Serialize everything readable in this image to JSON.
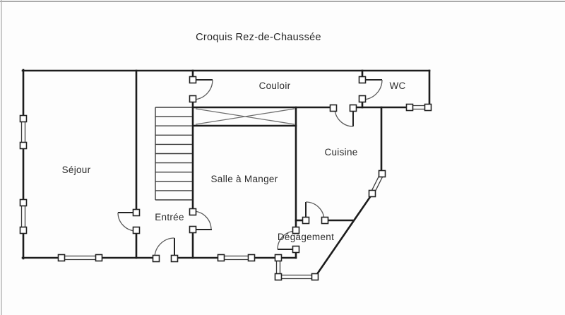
{
  "title": "Croquis Rez-de-Chaussée",
  "rooms": [
    {
      "id": "sejour",
      "label": "Séjour"
    },
    {
      "id": "entree",
      "label": "Entrée"
    },
    {
      "id": "salle-a-manger",
      "label": "Salle à Manger"
    },
    {
      "id": "couloir",
      "label": "Couloir"
    },
    {
      "id": "wc",
      "label": "WC"
    },
    {
      "id": "cuisine",
      "label": "Cuisine"
    },
    {
      "id": "degagement",
      "label": "Dégagement"
    }
  ],
  "features": {
    "doors": 8,
    "windows": 8,
    "stair_steps": 10,
    "beam_opening": "crossed (X) lintel between Couloir and Salle à Manger"
  },
  "colors": {
    "wall": "#1c1c1c",
    "thin_line": "#3c3c3c",
    "arc": "#5a5a5a",
    "cross_diagonal": "#6e6e6e",
    "scan_border_top": "#8f8f8f",
    "scan_border_left": "#b5b5b5",
    "background": "#fdfdfd",
    "text": "#2b2b2b"
  }
}
